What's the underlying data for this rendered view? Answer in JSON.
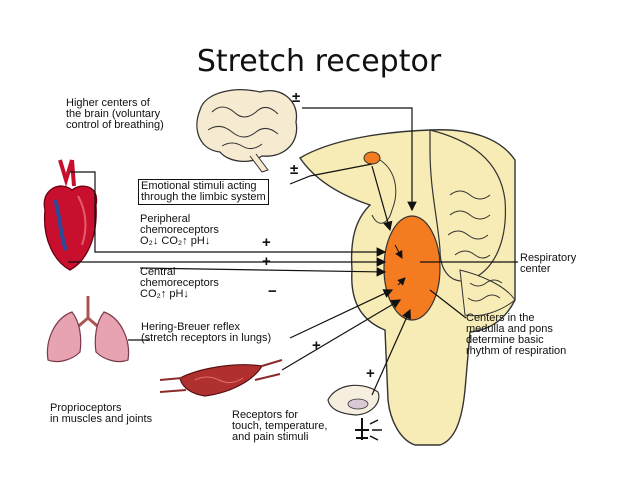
{
  "title": "Stretch receptor",
  "labels": {
    "higher_centers": [
      "Higher centers of",
      "the brain (voluntary",
      "control of breathing)"
    ],
    "emotional": [
      "Emotional stimuli acting",
      "through the limbic system"
    ],
    "peripheral": [
      "Peripheral",
      "chemoreceptors",
      "O₂↓ CO₂↑ pH↓"
    ],
    "central": [
      "Central",
      "chemoreceptors",
      "CO₂↑ pH↓"
    ],
    "hering": [
      "Hering-Breuer reflex",
      "(stretch receptors in lungs)"
    ],
    "proprio": [
      "Proprioceptors",
      "in muscles and joints"
    ],
    "touch": [
      "Receptors for",
      "touch, temperature,",
      "and pain stimuli"
    ],
    "respiratory": [
      "Respiratory",
      "center"
    ],
    "centers_medulla": [
      "Centers in the",
      "medulla and pons",
      "determine basic",
      "rhythm of respiration"
    ]
  },
  "signs": {
    "higher": "±",
    "emotional": "±",
    "peripheral": "+",
    "central": "+",
    "hering": "−",
    "proprio": "+",
    "touch": "+"
  },
  "colors": {
    "respiratory_center": "#f47b20",
    "brainstem": "#f7ecb5",
    "heart": "#c8102e",
    "lungs": "#e8a3b3",
    "muscle": "#b03030"
  }
}
